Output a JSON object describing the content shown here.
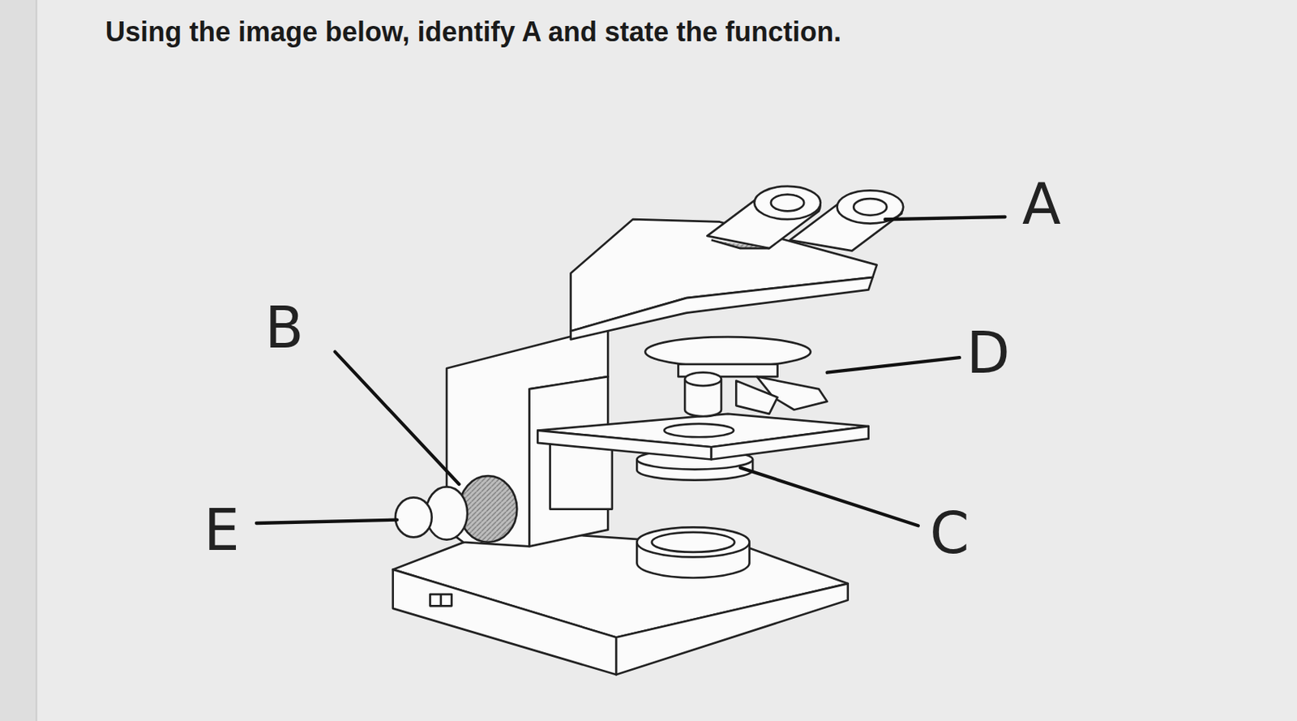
{
  "diagram": {
    "title": "Using the image below, identify A and state the function.",
    "labels": [
      "A",
      "B",
      "D",
      "E",
      "C"
    ]
  }
}
